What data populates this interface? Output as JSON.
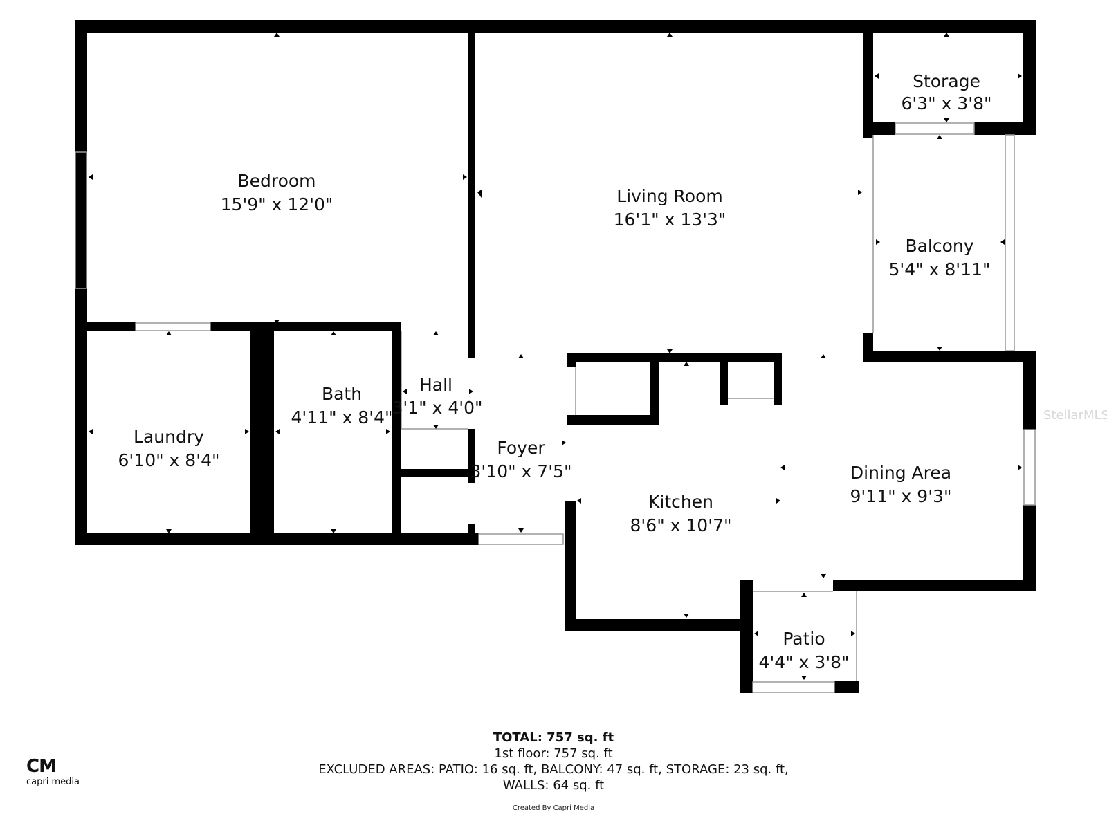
{
  "rooms": {
    "bedroom": {
      "name": "Bedroom",
      "dim": "15'9\" x 12'0\""
    },
    "living": {
      "name": "Living Room",
      "dim": "16'1\" x 13'3\""
    },
    "storage": {
      "name": "Storage",
      "dim": "6'3\" x 3'8\""
    },
    "balcony": {
      "name": "Balcony",
      "dim": "5'4\" x 8'11\""
    },
    "laundry": {
      "name": "Laundry",
      "dim": "6'10\" x 8'4\""
    },
    "bath": {
      "name": "Bath",
      "dim": "4'11\" x 8'4\""
    },
    "hall": {
      "name": "Hall",
      "dim": "3'1\" x 4'0\""
    },
    "foyer": {
      "name": "Foyer",
      "dim": "3'10\" x 7'5\""
    },
    "kitchen": {
      "name": "Kitchen",
      "dim": "8'6\" x 10'7\""
    },
    "dining": {
      "name": "Dining Area",
      "dim": "9'11\" x 9'3\""
    },
    "patio": {
      "name": "Patio",
      "dim": "4'4\" x 3'8\""
    }
  },
  "summary": {
    "total": "TOTAL: 757 sq. ft",
    "floor": "1st floor: 757 sq. ft",
    "excluded": "EXCLUDED AREAS: PATIO: 16 sq. ft, BALCONY: 47 sq. ft, STORAGE: 23 sq. ft,",
    "walls": "WALLS: 64 sq. ft"
  },
  "credit": "Created By Capri Media",
  "logo": {
    "mark": "CM",
    "text": "capri media"
  },
  "watermark": "StellarMLS",
  "colors": {
    "wall": "#000000",
    "background": "#ffffff",
    "text": "#111111"
  }
}
